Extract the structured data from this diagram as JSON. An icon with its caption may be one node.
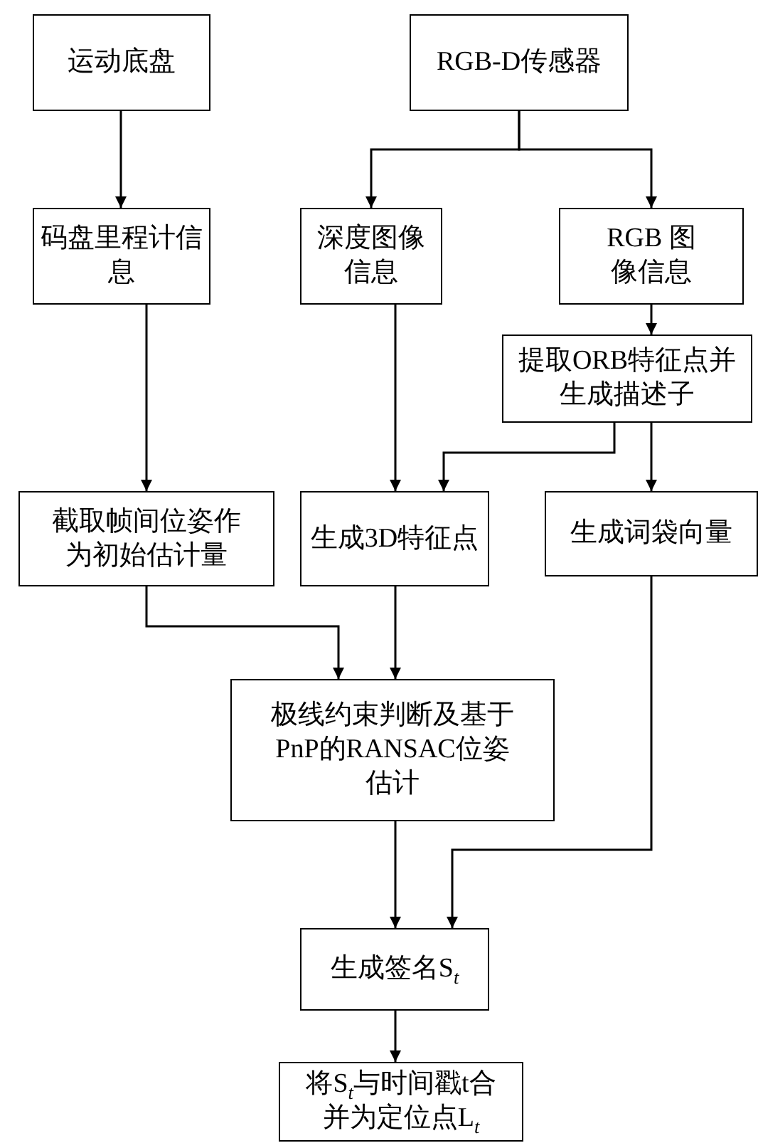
{
  "diagram": {
    "nodes": [
      {
        "text": [
          "运动底盘"
        ]
      },
      {
        "text": [
          "RGB-D传感器"
        ]
      },
      {
        "text": [
          "码盘里程计信息"
        ]
      },
      {
        "text": [
          "深度图像信息"
        ]
      },
      {
        "text": [
          "RGB 图像信息"
        ]
      },
      {
        "text": [
          "提取ORB特征点并生成描述子"
        ]
      },
      {
        "text": [
          "截取帧间位姿作为初始估计量"
        ]
      },
      {
        "text": [
          "生成3D特征点"
        ]
      },
      {
        "text": [
          "生成词袋向量"
        ]
      },
      {
        "text": [
          "极线约束判断及基于PnP的RANSAC位姿估计"
        ]
      },
      {
        "text": [
          "生成签名S$_{t}$"
        ]
      },
      {
        "text": [
          "将S$_{t}$与时间戳t合并为定位点L$_{t}$"
        ]
      }
    ],
    "edges": [
      {
        "from": 0,
        "to": 2,
        "arrow": "to"
      },
      {
        "from": 1,
        "to": 3,
        "arrow": "to"
      },
      {
        "from": 1,
        "to": 4,
        "arrow": "to"
      },
      {
        "from": 4,
        "to": 5,
        "arrow": "to"
      },
      {
        "from": 2,
        "to": 6,
        "arrow": "to"
      },
      {
        "from": 3,
        "to": 7,
        "arrow": "to"
      },
      {
        "from": 5,
        "to": 7,
        "arrow": "to"
      },
      {
        "from": 5,
        "to": 8,
        "arrow": "to"
      },
      {
        "from": 6,
        "to": 9,
        "arrow": "to"
      },
      {
        "from": 7,
        "to": 9,
        "arrow": "to"
      },
      {
        "from": 9,
        "to": 10,
        "arrow": "to"
      },
      {
        "from": 8,
        "to": 10,
        "arrow": "to"
      },
      {
        "from": 10,
        "to": 11,
        "arrow": "to"
      }
    ]
  }
}
